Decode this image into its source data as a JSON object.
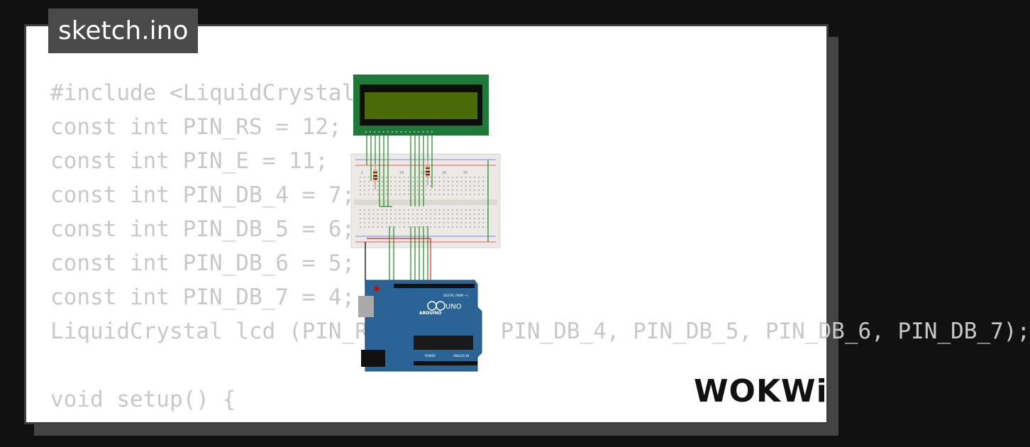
{
  "tab": {
    "filename": "sketch.ino"
  },
  "code": {
    "lines": [
      "#include <LiquidCrystal.h>",
      "const int PIN_RS = 12;",
      "const int PIN_E = 11;",
      "const int PIN_DB_4 = 7;",
      "const int PIN_DB_5 = 6;",
      "const int PIN_DB_6 = 5;",
      "const int PIN_DB_7 = 4;",
      "LiquidCrystal lcd (PIN_RS, PIN_E, PIN_DB_4, PIN_DB_5, PIN_DB_6, PIN_DB_7);",
      "",
      "void setup() {"
    ]
  },
  "diagram": {
    "board_brand": "ARDUINO",
    "board_model": "UNO",
    "digital_label": "DIGITAL (PWM ~)",
    "power_label": "POWER",
    "analog_label": "ANALOG IN",
    "breadboard_cols": [
      "1",
      "10",
      "15",
      "20",
      "25"
    ],
    "colors": {
      "lcd_pcb": "#1f7a3a",
      "lcd_screen": "#4a6a0a",
      "board": "#2a6496",
      "wire_signal": "#1a8a1a",
      "wire_power": "#e02020"
    }
  },
  "brand": {
    "logo_text": "WOKWi"
  }
}
